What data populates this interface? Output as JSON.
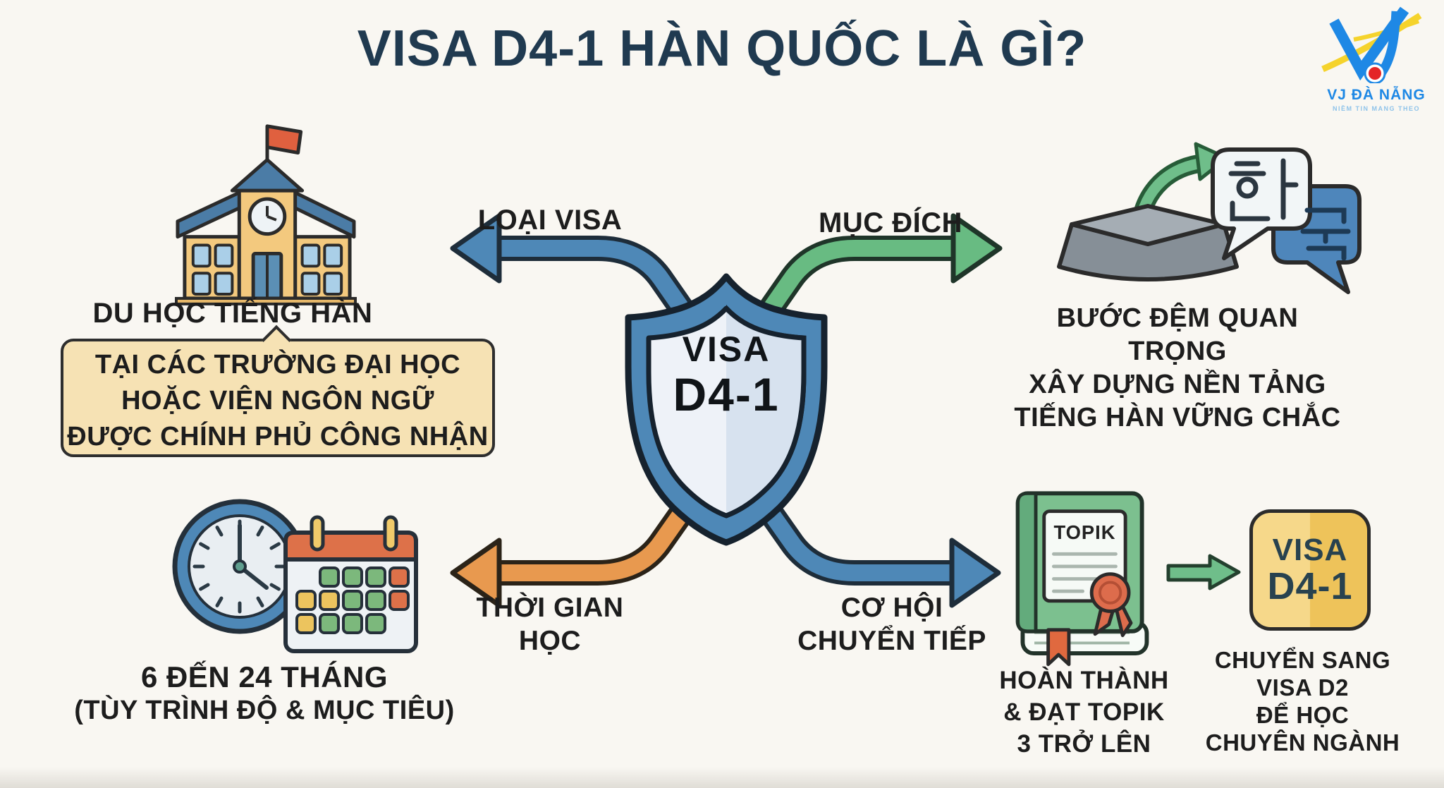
{
  "title": "VISA D4-1 HÀN QUỐC LÀ GÌ?",
  "logo": {
    "name": "VJ ĐÀ NẴNG",
    "tagline": "NIỀM TIN MANG THEO"
  },
  "shield": {
    "top": "VISA",
    "bottom": "D4-1"
  },
  "branch_loai_visa": {
    "arrow_label": "LOẠI VISA",
    "heading": "DU HỌC TIẾNG HÀN",
    "box_lines": [
      "TẠI CÁC TRƯỜNG ĐẠI HỌC",
      "HOẶC VIỆN NGÔN NGỮ",
      "ĐƯỢC CHÍNH PHỦ CÔNG NHẬN"
    ]
  },
  "branch_muc_dich": {
    "arrow_label": "MỤC ĐÍCH",
    "caption_lines": [
      "BƯỚC ĐỆM QUAN TRỌNG",
      "XÂY DỰNG NỀN TẢNG",
      "TIẾNG HÀN VỮNG CHẮC"
    ],
    "speech_chars": [
      "한",
      "국"
    ]
  },
  "branch_thoi_gian": {
    "arrow_label_lines": [
      "THỜI GIAN",
      "HỌC"
    ],
    "caption_lines": [
      "6 ĐẾN 24 THÁNG",
      "(TÙY TRÌNH ĐỘ & MỤC TIÊU)"
    ]
  },
  "branch_co_hoi": {
    "arrow_label_lines": [
      "CƠ HỘI",
      "CHUYỂN TIẾP"
    ],
    "book_label": "TOPIK",
    "caption_lines": [
      "HOÀN THÀNH",
      "& ĐẠT TOPIK",
      "3 TRỞ LÊN"
    ],
    "badge_lines": [
      "VISA",
      "D4-1"
    ],
    "next_caption_lines": [
      "CHUYỂN SANG",
      "VISA D2",
      "ĐỂ HỌC",
      "CHUYÊN NGÀNH"
    ]
  },
  "colors": {
    "background": "#f9f7f2",
    "title_navy": "#203a50",
    "arrow_blue": "#4e88b7",
    "arrow_green": "#68bb82",
    "arrow_orange": "#e8994f",
    "box_tan": "#f6e2b4",
    "badge_yellow": "#eec35a",
    "book_green": "#7cc08f",
    "text_dark": "#1d1d1d",
    "logo_blue": "#1e88e5"
  }
}
